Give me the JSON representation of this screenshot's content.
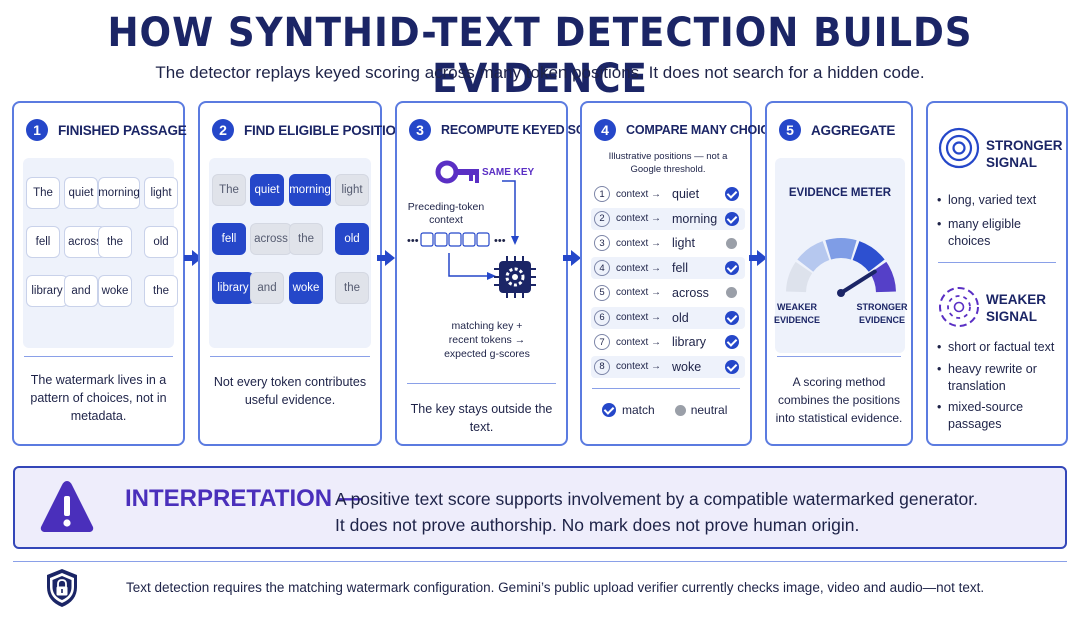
{
  "header": {
    "title": "HOW SYNTHID-TEXT DETECTION BUILDS EVIDENCE",
    "subtitle": "The detector replays keyed scoring across many token positions. It does not search for a hidden code."
  },
  "colors": {
    "accent": "#2547c9",
    "navy": "#1b2566",
    "border": "#5b7be0",
    "neutral": "#9a9fa8",
    "interp_bg": "#eeedfb"
  },
  "step1": {
    "number": "1",
    "title": "FINISHED PASSAGE",
    "tokens": [
      "The",
      "quiet",
      "morning",
      "light",
      "fell",
      "across",
      "the",
      "old",
      "library",
      "and",
      "woke",
      "the"
    ],
    "caption": "The watermark lives in a pattern of choices, not in metadata."
  },
  "step2": {
    "number": "2",
    "title": "FIND ELIGIBLE POSITIONS",
    "tokens": [
      "The",
      "quiet",
      "morning",
      "light",
      "fell",
      "across",
      "the",
      "old",
      "library",
      "and",
      "woke",
      "the"
    ],
    "eligible": [
      false,
      true,
      true,
      false,
      true,
      false,
      false,
      true,
      true,
      false,
      true,
      false
    ],
    "caption": "Not every token contributes useful evidence."
  },
  "step3": {
    "number": "3",
    "title": "RECOMPUTE KEYED SCORES",
    "key_label": "SAME KEY",
    "context_label": "Preceding-token context",
    "chip_label": "matching key + recent tokens → expected g-scores",
    "caption": "The key stays outside the text.",
    "icons": {
      "key": "key-icon",
      "chip": "gear-chip-icon"
    }
  },
  "step4": {
    "number": "4",
    "title": "COMPARE MANY CHOICES",
    "note": "Illustrative positions — not a Google threshold.",
    "rows": [
      {
        "n": "1",
        "context": "context →",
        "word": "quiet",
        "match": true
      },
      {
        "n": "2",
        "context": "context →",
        "word": "morning",
        "match": true
      },
      {
        "n": "3",
        "context": "context →",
        "word": "light",
        "match": false
      },
      {
        "n": "4",
        "context": "context →",
        "word": "fell",
        "match": true
      },
      {
        "n": "5",
        "context": "context →",
        "word": "across",
        "match": false
      },
      {
        "n": "6",
        "context": "context →",
        "word": "old",
        "match": true
      },
      {
        "n": "7",
        "context": "context →",
        "word": "library",
        "match": true
      },
      {
        "n": "8",
        "context": "context →",
        "word": "woke",
        "match": true
      }
    ],
    "legend": {
      "match": "match",
      "neutral": "neutral"
    }
  },
  "step5": {
    "number": "5",
    "title": "AGGREGATE",
    "meter_title": "EVIDENCE METER",
    "weaker": "WEAKER EVIDENCE",
    "stronger": "STRONGER EVIDENCE",
    "needle_level": 0.82,
    "caption": "A scoring method combines the positions into statistical evidence."
  },
  "signals": {
    "strong_title": "STRONGER SIGNAL",
    "strong_items": [
      "long, varied text",
      "many eligible choices"
    ],
    "weak_title": "WEAKER SIGNAL",
    "weak_items": [
      "short or factual text",
      "heavy rewrite or translation",
      "mixed-source passages"
    ]
  },
  "interpretation": {
    "label": "INTERPRETATION —",
    "line1": "A positive text score supports involvement by a compatible watermarked generator.",
    "line2": "It does not prove authorship. No mark does not prove human origin."
  },
  "footer": {
    "text": "Text detection requires the matching watermark configuration. Gemini’s public upload verifier currently checks image, video and audio—not text."
  }
}
